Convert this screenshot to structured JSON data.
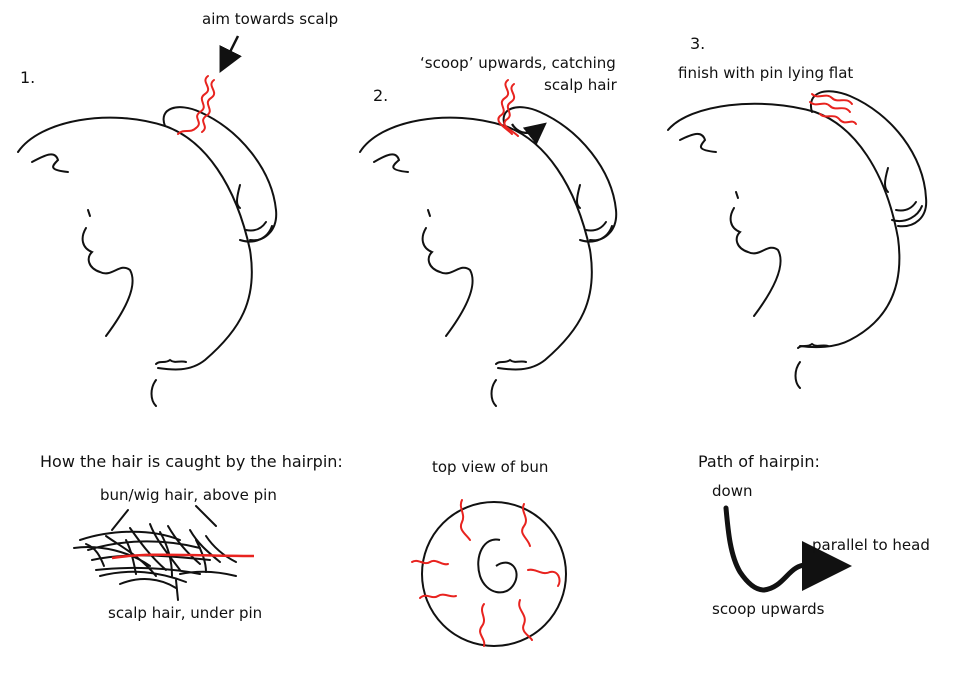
{
  "steps": [
    {
      "number": "1.",
      "caption": "aim towards scalp"
    },
    {
      "number": "2.",
      "caption_line1": "‘scoop’ upwards, catching",
      "caption_line2": "scalp hair"
    },
    {
      "number": "3.",
      "caption": "finish with pin lying flat"
    }
  ],
  "caught": {
    "heading": "How the hair is caught by the hairpin:",
    "top_label": "bun/wig hair, above pin",
    "bottom_label": "scalp hair, under pin"
  },
  "top_view": {
    "heading": "top view of bun"
  },
  "path": {
    "heading": "Path of hairpin:",
    "down": "down",
    "parallel": "parallel to head",
    "scoop": "scoop upwards"
  },
  "colors": {
    "ink": "#111111",
    "pin": "#e8231f"
  }
}
